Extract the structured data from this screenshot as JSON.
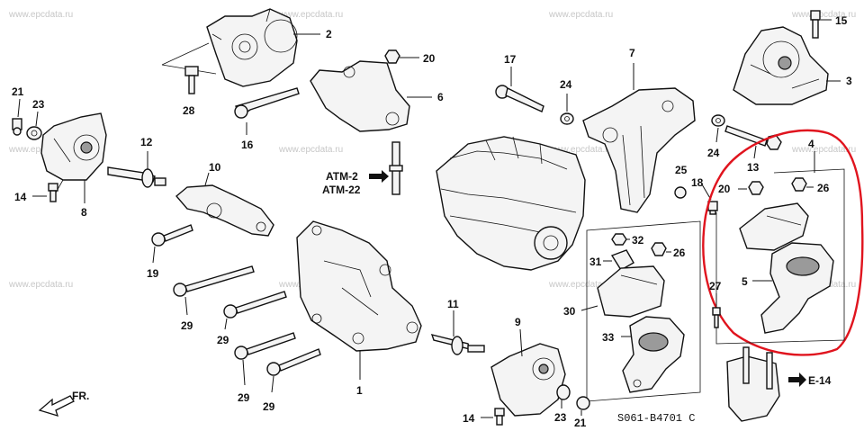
{
  "watermarks": [
    "www.epcdata.ru",
    "www.epcdata.ru",
    "www.epcdata.ru",
    "www.epcdata.ru",
    "www.epcdata.ru",
    "www.epcdata.ru",
    "www.epcdata.ru",
    "www.epcdata.ru",
    "www.epcdata.ru",
    "www.epcdata.ru",
    "www.epcdata.ru",
    "www.epcdata.ru"
  ],
  "callouts": {
    "c1": "1",
    "c2": "2",
    "c3": "3",
    "c4": "4",
    "c5": "5",
    "c6": "6",
    "c7": "7",
    "c8": "8",
    "c9": "9",
    "c10": "10",
    "c11": "11",
    "c12": "12",
    "c13": "13",
    "c14a": "14",
    "c14b": "14",
    "c15": "15",
    "c16": "16",
    "c17": "17",
    "c18": "18",
    "c19": "19",
    "c20a": "20",
    "c20b": "20",
    "c21a": "21",
    "c21b": "21",
    "c23a": "23",
    "c23b": "23",
    "c24a": "24",
    "c24b": "24",
    "c25": "25",
    "c26a": "26",
    "c26b": "26",
    "c27": "27",
    "c28": "28",
    "c29a": "29",
    "c29b": "29",
    "c29c": "29",
    "c29d": "29",
    "c30": "30",
    "c31": "31",
    "c32": "32",
    "c33": "33"
  },
  "references": {
    "atm2": "ATM-2",
    "atm22": "ATM-22",
    "e14": "E-14",
    "front": "FR."
  },
  "drawing_code": "S061-B4701 C",
  "highlight_color": "#e0141e"
}
